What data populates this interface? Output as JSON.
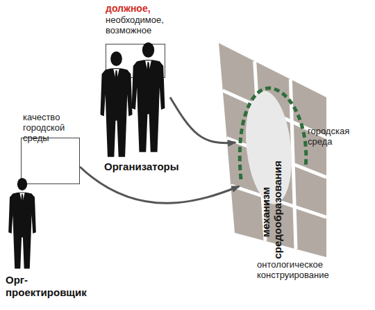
{
  "diagram": {
    "nodes": [
      {
        "text": [
          "должное,",
          "необходимое, возможное"
        ]
      },
      {
        "text": [
          "качество городской среды"
        ]
      },
      {
        "text": [
          "городская среда",
          "механизм средообразования"
        ]
      }
    ],
    "edges": [
      {
        "from": 0,
        "to": 2,
        "arrow": "to"
      },
      {
        "from": 1,
        "to": 2,
        "arrow": "to"
      }
    ],
    "labels": [
      "Организаторы",
      "Орг-проектировщик",
      "онтологическое конструирование"
    ]
  }
}
